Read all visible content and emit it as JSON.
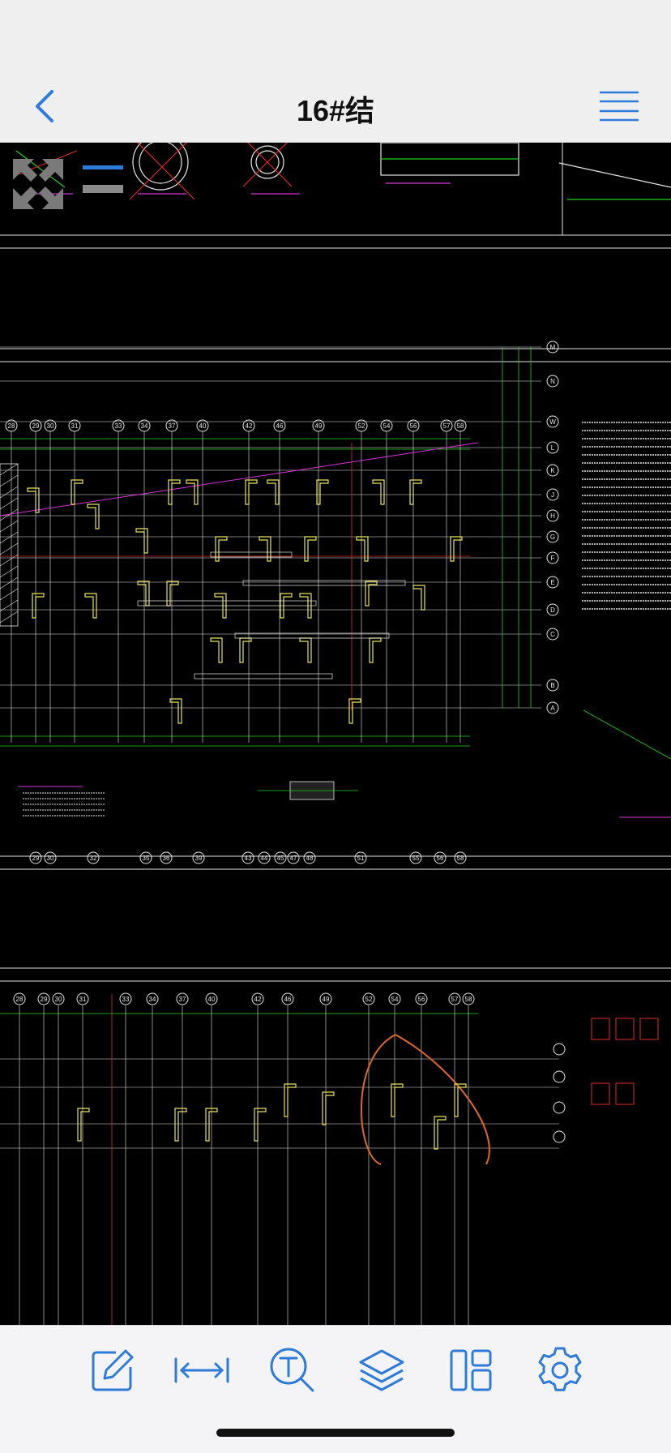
{
  "nav": {
    "title": "16#结"
  },
  "icons": {
    "back": "chevron-left-icon",
    "menu": "hamburger-menu-icon",
    "fullscreen": "expand-arrows-icon"
  },
  "toolbar": {
    "items": [
      {
        "name": "edit-tool-button",
        "icon": "pencil-square-icon"
      },
      {
        "name": "measure-tool-button",
        "icon": "horizontal-arrows-icon"
      },
      {
        "name": "text-search-tool-button",
        "icon": "text-magnifier-icon"
      },
      {
        "name": "layers-tool-button",
        "icon": "layers-icon"
      },
      {
        "name": "layout-tool-button",
        "icon": "layout-panels-icon"
      },
      {
        "name": "settings-tool-button",
        "icon": "gear-icon"
      }
    ]
  },
  "drawing": {
    "top_row_labels": [
      "28",
      "29",
      "30",
      "31",
      "33",
      "34",
      "37",
      "40",
      "42",
      "46",
      "49",
      "52",
      "54",
      "56",
      "57",
      "58"
    ],
    "bottom_row_labels": [
      "29",
      "30",
      "32",
      "35",
      "36",
      "39",
      "43",
      "44",
      "45",
      "47",
      "48",
      "51",
      "55",
      "56",
      "58"
    ],
    "right_col_labels": [
      "M",
      "N",
      "W",
      "L",
      "K",
      "J",
      "H",
      "G",
      "F",
      "E",
      "D",
      "C",
      "B",
      "A"
    ],
    "third_row_labels": [
      "28",
      "29",
      "30",
      "31",
      "33",
      "34",
      "37",
      "40",
      "42",
      "46",
      "49",
      "52",
      "54",
      "56",
      "57",
      "58"
    ]
  },
  "colors": {
    "accent": "#2f7bd9",
    "cad_green": "#22d11f",
    "cad_yellow": "#e7e35a",
    "cad_white": "#e6e6e6",
    "cad_magenta": "#d636d6",
    "cad_red": "#e02828",
    "cad_orange": "#e0682a"
  }
}
